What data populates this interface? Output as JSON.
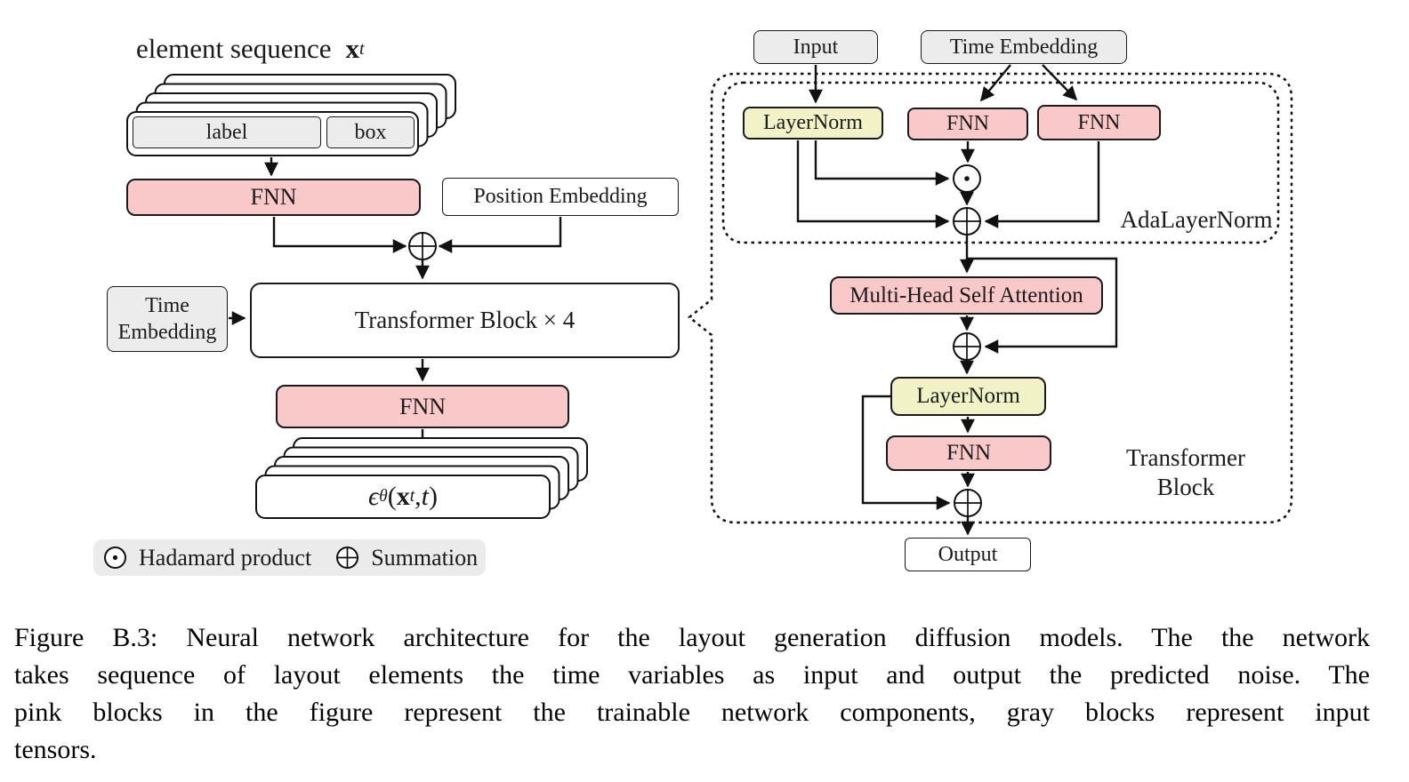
{
  "figure": {
    "left": {
      "title": {
        "text": "element sequence",
        "var": "x",
        "sub": "t"
      },
      "stack_top": {
        "label": "label",
        "box": "box"
      },
      "fnn_top": "FNN",
      "position_embedding": "Position Embedding",
      "time_embedding": {
        "line1": "Time",
        "line2": "Embedding"
      },
      "transformer_block": "Transformer Block × 4",
      "fnn_bottom": "FNN",
      "noise": {
        "eps": "ϵ",
        "theta": "θ",
        "open": "(",
        "x": "x",
        "xsub": "t",
        "comma": ", ",
        "t": "t",
        "close": ")"
      },
      "legend": {
        "hadamard": "Hadamard product",
        "summation": "Summation"
      }
    },
    "right": {
      "input": "Input",
      "time_embedding": "Time Embedding",
      "layernorm_ada": "LayerNorm",
      "fnn_scale": "FNN",
      "fnn_shift": "FNN",
      "ada_label": "AdaLayerNorm",
      "mhsa": "Multi-Head Self Attention",
      "layernorm2": "LayerNorm",
      "fnn_ff": "FNN",
      "output": "Output",
      "tb_label_line1": "Transformer",
      "tb_label_line2": "Block"
    },
    "colors": {
      "pink": "#F9C8C8",
      "yellow": "#F1F2C6",
      "gray": "#ECECEC",
      "legend_bg": "#EBEBEB",
      "line": "#111111"
    }
  },
  "caption": {
    "lines": [
      "Figure B.3: Neural network architecture for the layout generation diffusion models. The the network",
      "takes sequence of layout elements the time variables as input and output the predicted noise. The",
      "pink blocks in the figure represent the trainable network components, gray blocks represent input",
      "tensors."
    ]
  }
}
